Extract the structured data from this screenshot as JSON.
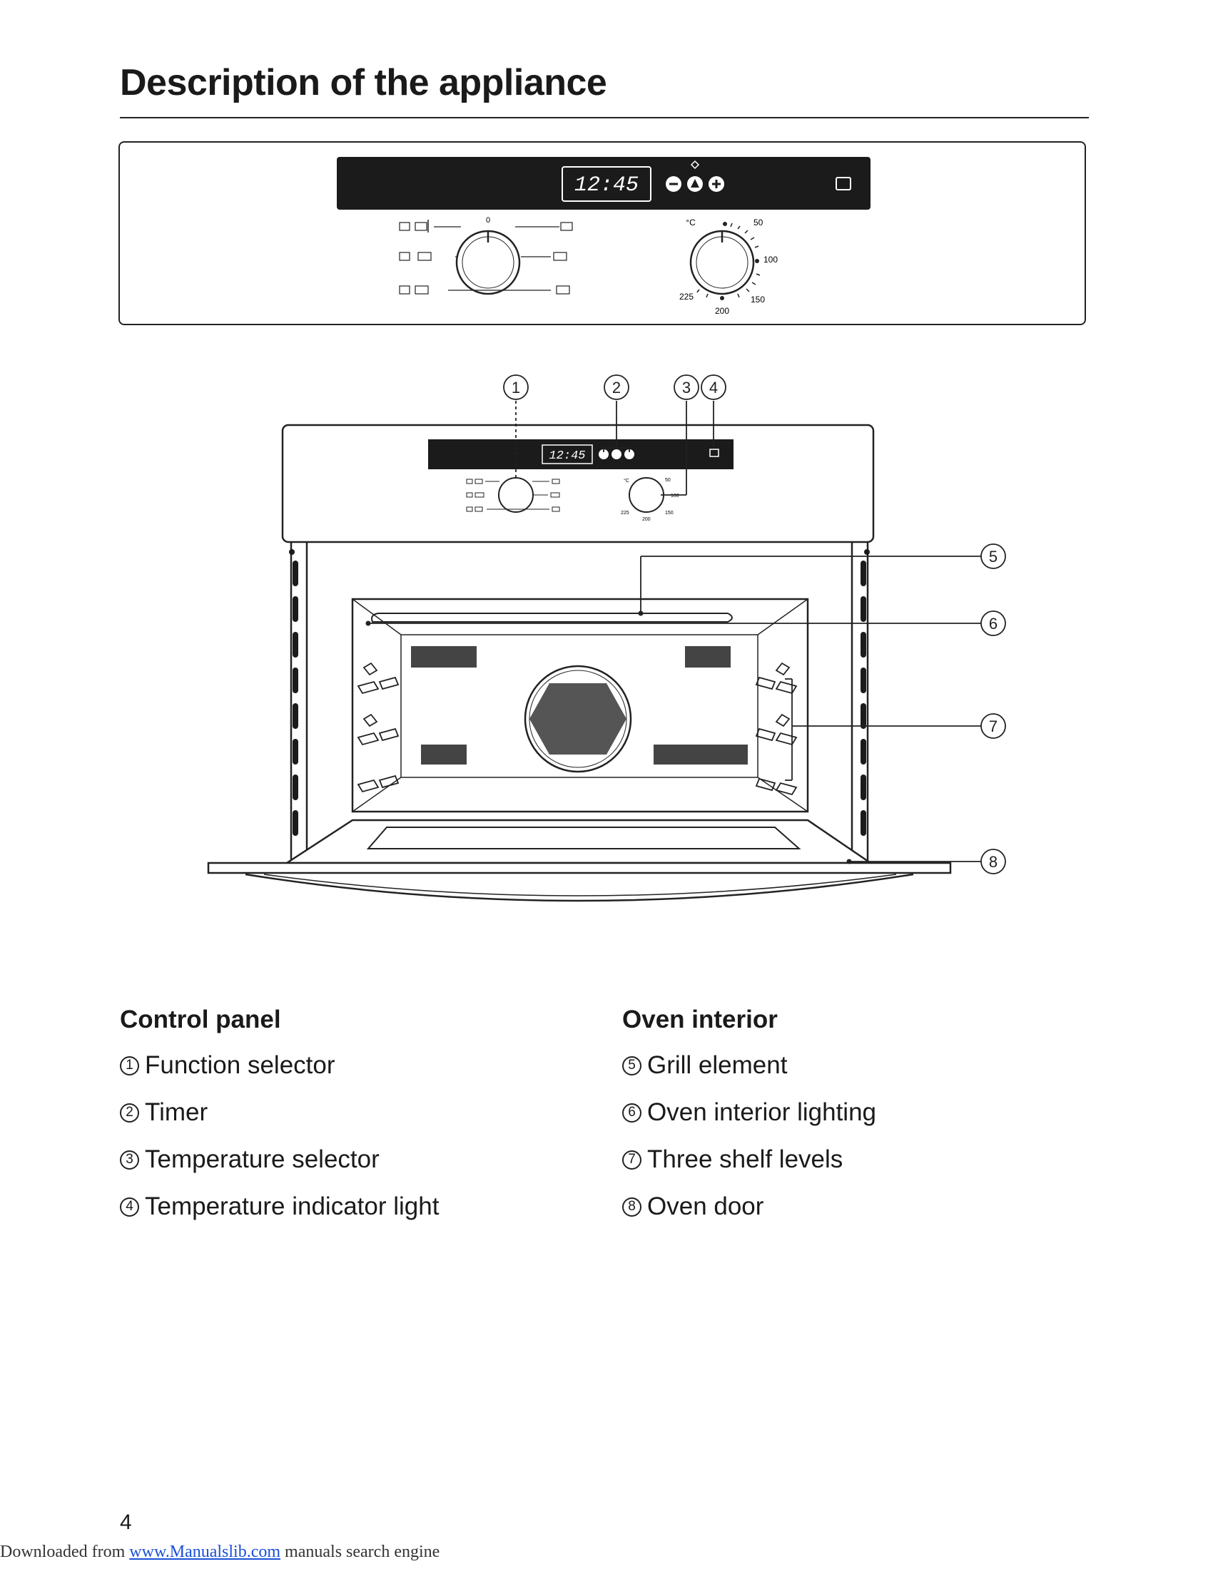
{
  "page": {
    "title": "Description of the appliance",
    "page_number": "4"
  },
  "panel": {
    "display_time": "12:45",
    "function_zero": "0",
    "temp_unit": "°C",
    "temp_scale": [
      "50",
      "100",
      "150",
      "200",
      "225"
    ]
  },
  "oven": {
    "display_time": "12:45",
    "temp_unit": "°C",
    "temp_scale": [
      "50",
      "100",
      "150",
      "200",
      "225"
    ],
    "callouts": [
      "1",
      "2",
      "3",
      "4",
      "5",
      "6",
      "7",
      "8"
    ]
  },
  "control_panel": {
    "heading": "Control panel",
    "items": [
      {
        "num": "1",
        "label": "Function selector"
      },
      {
        "num": "2",
        "label": "Timer"
      },
      {
        "num": "3",
        "label": "Temperature selector"
      },
      {
        "num": "4",
        "label": "Temperature indicator light"
      }
    ]
  },
  "oven_interior": {
    "heading": "Oven interior",
    "items": [
      {
        "num": "5",
        "label": "Grill element"
      },
      {
        "num": "6",
        "label": "Oven interior lighting"
      },
      {
        "num": "7",
        "label": "Three shelf levels"
      },
      {
        "num": "8",
        "label": "Oven door"
      }
    ]
  },
  "footer": {
    "prefix": "Downloaded from ",
    "link": "www.Manualslib.com",
    "suffix": " manuals search engine"
  }
}
